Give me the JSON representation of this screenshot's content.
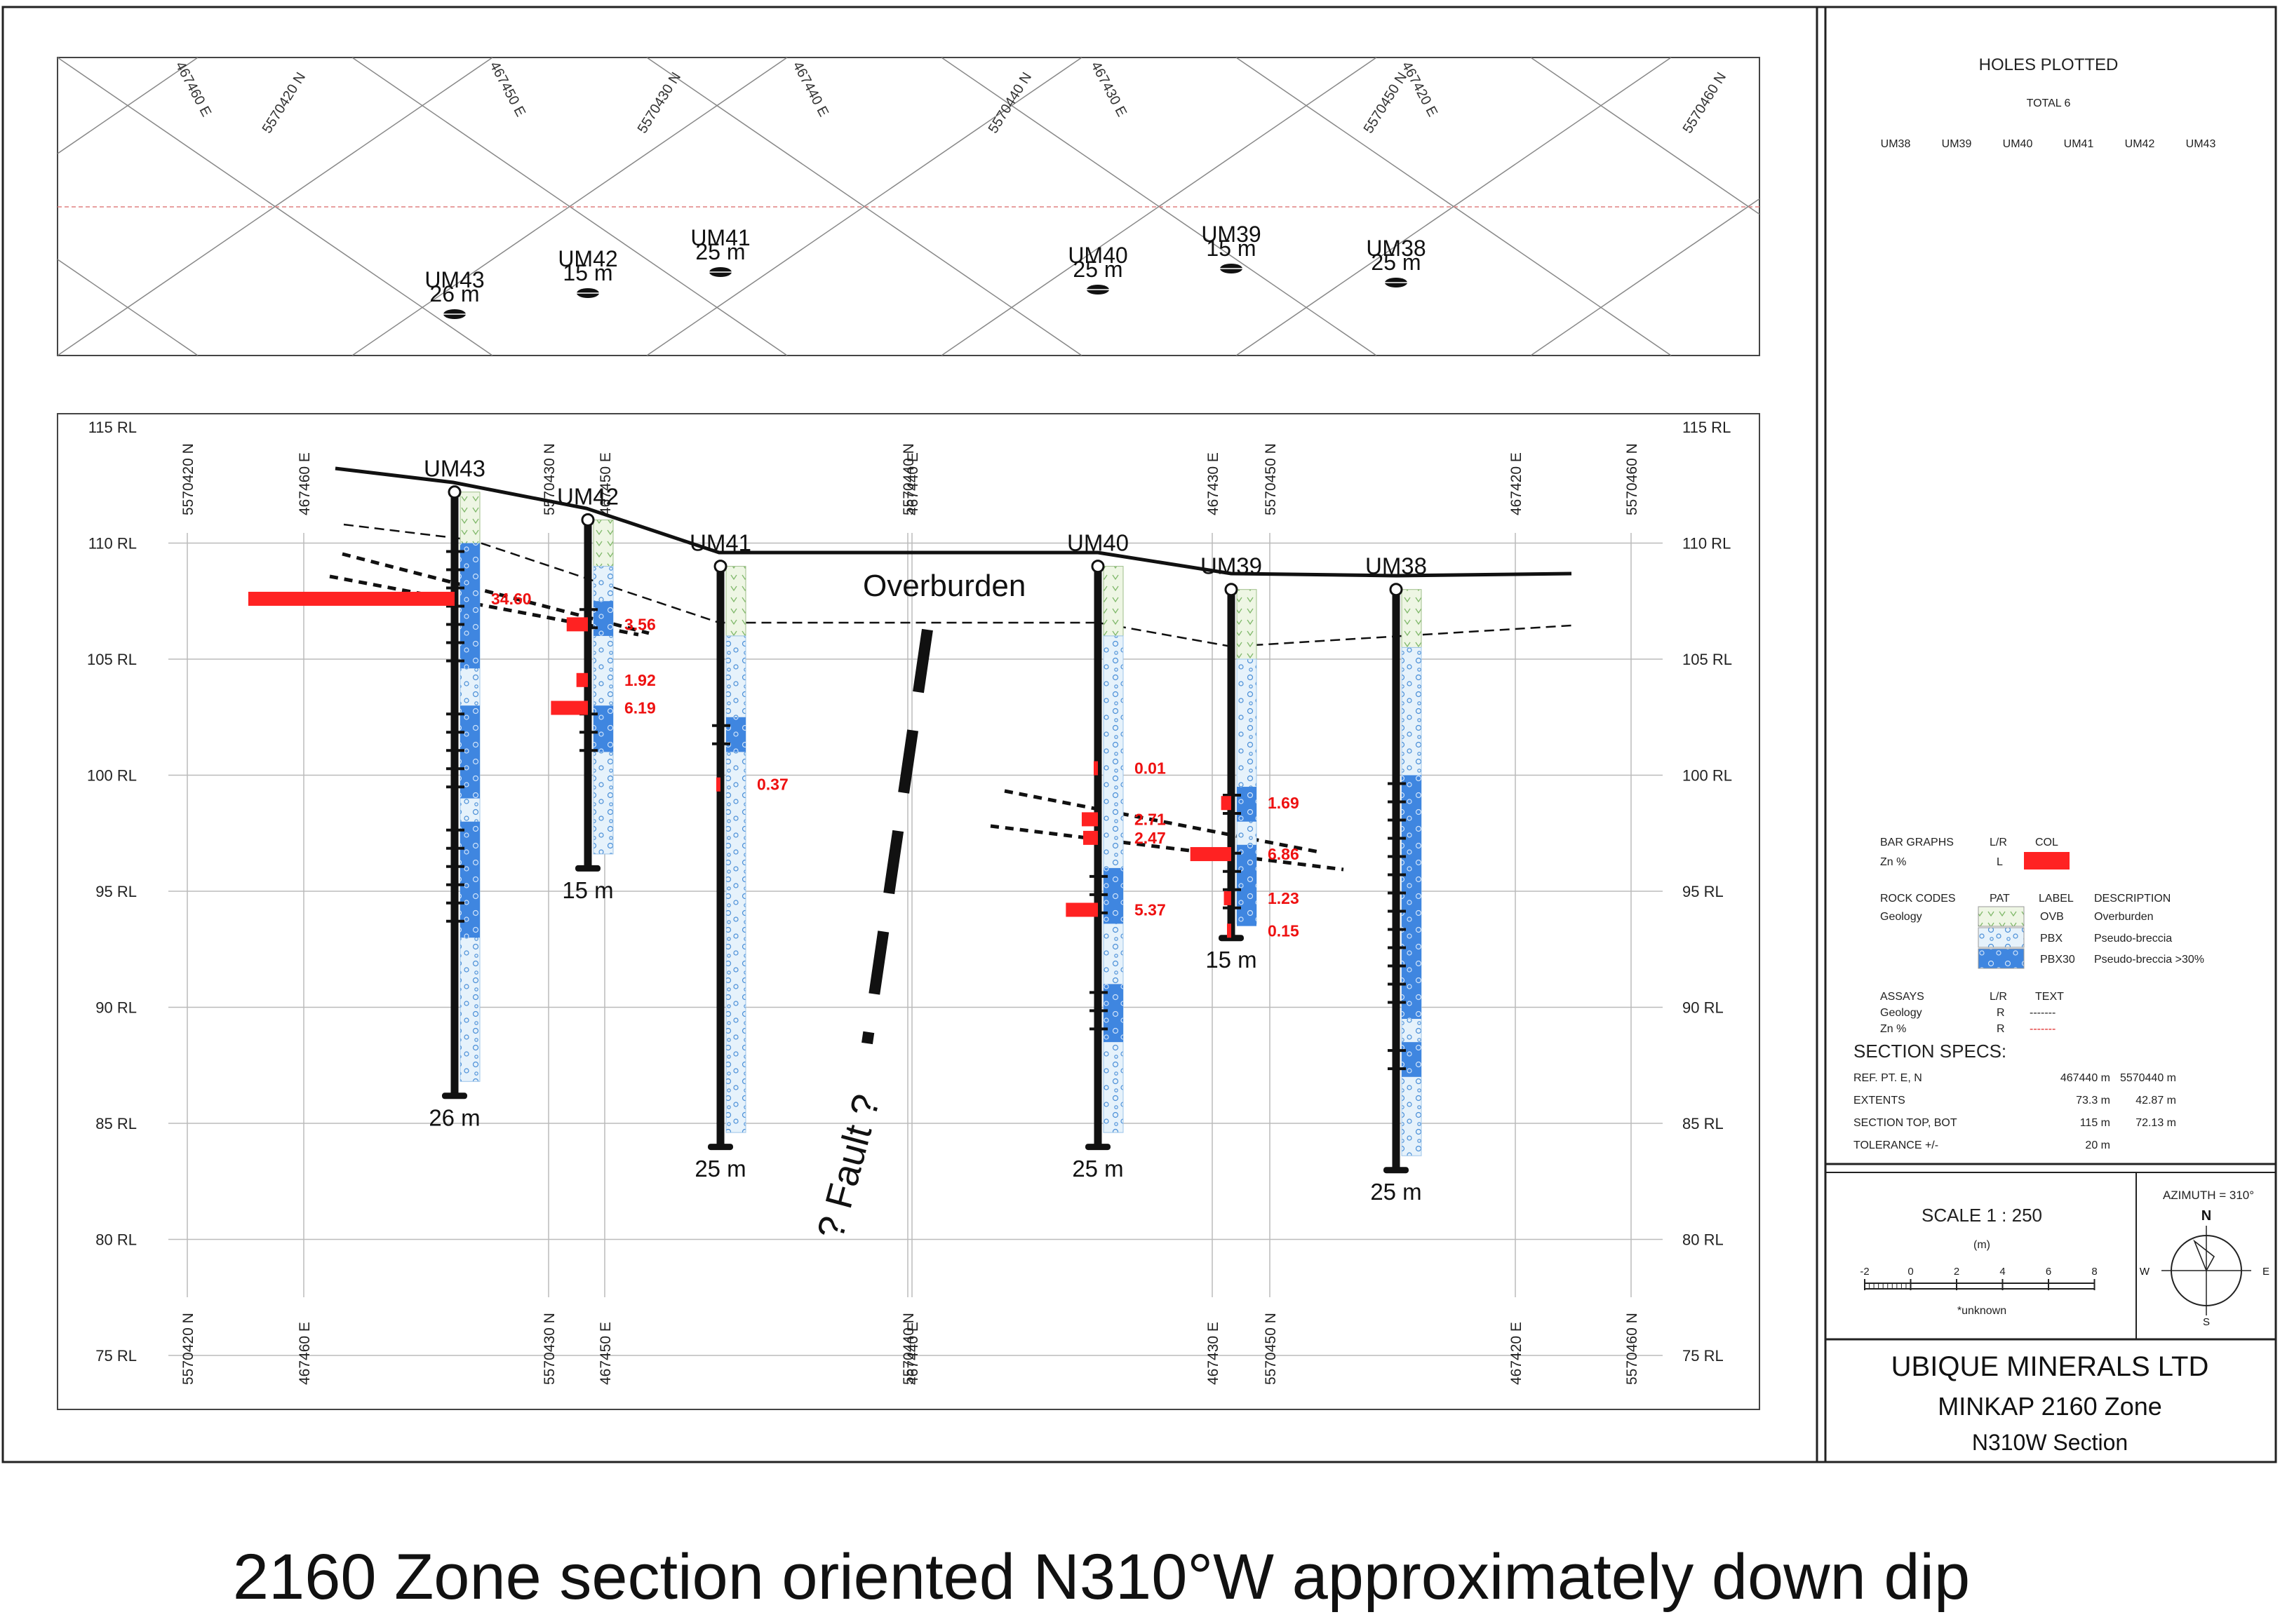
{
  "caption": "2160 Zone section oriented N310°W approximately down dip",
  "title_block": {
    "company": "UBIQUE MINERALS LTD",
    "project": "MINKAP 2160 Zone",
    "section": "N310W Section"
  },
  "holes_plotted": {
    "title": "HOLES PLOTTED",
    "total": "TOTAL 6",
    "holes": [
      "UM38",
      "UM39",
      "UM40",
      "UM41",
      "UM42",
      "UM43"
    ]
  },
  "bar_graphs": {
    "header": [
      "BAR GRAPHS",
      "L/R",
      "COL"
    ],
    "row": [
      "Zn %",
      "L"
    ],
    "color": "#ff2222"
  },
  "rock_codes": {
    "header": [
      "ROCK CODES",
      "PAT",
      "LABEL",
      "DESCRIPTION"
    ],
    "category": "Geology",
    "items": [
      {
        "label": "OVB",
        "description": "Overburden"
      },
      {
        "label": "PBX",
        "description": "Pseudo-breccia"
      },
      {
        "label": "PBX30",
        "description": "Pseudo-breccia >30%"
      }
    ]
  },
  "assays": {
    "header": [
      "ASSAYS",
      "L/R",
      "TEXT"
    ],
    "rows": [
      {
        "name": "Geology",
        "lr": "R",
        "text": "-------"
      },
      {
        "name": "Zn %",
        "lr": "R",
        "text": "-------"
      }
    ]
  },
  "section_specs": {
    "title": "SECTION  SPECS:",
    "rows": [
      {
        "label": "REF. PT.  E, N",
        "v1": "467440 m",
        "v2": "5570440 m"
      },
      {
        "label": "EXTENTS",
        "v1": "73.3 m",
        "v2": "42.87 m"
      },
      {
        "label": "SECTION TOP, BOT",
        "v1": "115 m",
        "v2": "72.13 m"
      },
      {
        "label": "TOLERANCE  +/-",
        "v1": "20 m",
        "v2": ""
      }
    ]
  },
  "scale": {
    "label": "SCALE  1 : 250",
    "unit": "(m)",
    "ticks": [
      "-2",
      "0",
      "2",
      "4",
      "6",
      "8"
    ],
    "note": "*unknown"
  },
  "compass": {
    "azimuth": "AZIMUTH = 310°",
    "n": "N",
    "s": "S",
    "e": "E",
    "w": "W"
  },
  "plan_view": {
    "grid_labels": [
      "467460 E",
      "5570420 N",
      "467450 E",
      "5570430 N",
      "467440 E",
      "5570440 N",
      "467430 E",
      "5570450 N",
      "467420 E",
      "5570460 N"
    ],
    "holes": [
      {
        "name": "UM43",
        "depth": "26 m"
      },
      {
        "name": "UM42",
        "depth": "15 m"
      },
      {
        "name": "UM41",
        "depth": "25 m"
      },
      {
        "name": "UM40",
        "depth": "25 m"
      },
      {
        "name": "UM39",
        "depth": "15 m"
      },
      {
        "name": "UM38",
        "depth": "25 m"
      }
    ]
  },
  "section_view": {
    "rl_labels": [
      "115 RL",
      "110 RL",
      "105 RL",
      "100 RL",
      "95 RL",
      "90 RL",
      "85 RL",
      "80 RL",
      "75 RL"
    ],
    "vertical_labels": [
      "5570420 N",
      "467460 E",
      "5570430 N",
      "467450 E",
      "5570440 N",
      "467440 E",
      "467430 E",
      "5570450 N",
      "467420 E",
      "5570460 N"
    ],
    "overburden_label": "Overburden",
    "fault_label": "? Fault ?",
    "holes": [
      {
        "name": "UM43",
        "depth": "26 m",
        "top_rl": 112.2,
        "bottom_rl": 86.2
      },
      {
        "name": "UM42",
        "depth": "15 m",
        "top_rl": 111.0,
        "bottom_rl": 96.0
      },
      {
        "name": "UM41",
        "depth": "25 m",
        "top_rl": 109.0,
        "bottom_rl": 84.0
      },
      {
        "name": "UM40",
        "depth": "25 m",
        "top_rl": 109.0,
        "bottom_rl": 84.0
      },
      {
        "name": "UM39",
        "depth": "15 m",
        "top_rl": 108.0,
        "bottom_rl": 93.0
      },
      {
        "name": "UM38",
        "depth": "25 m",
        "top_rl": 108.0,
        "bottom_rl": 83.0
      }
    ],
    "zn_assays": [
      {
        "hole": "UM43",
        "value": "34.60",
        "rl": 107.6
      },
      {
        "hole": "UM42",
        "value": "3.56",
        "rl": 106.5
      },
      {
        "hole": "UM42",
        "value": "1.92",
        "rl": 104.1
      },
      {
        "hole": "UM42",
        "value": "6.19",
        "rl": 102.9
      },
      {
        "hole": "UM41",
        "value": "0.37",
        "rl": 99.6
      },
      {
        "hole": "UM40",
        "value": "0.01",
        "rl": 100.3
      },
      {
        "hole": "UM40",
        "value": "2.71",
        "rl": 98.1
      },
      {
        "hole": "UM40",
        "value": "2.47",
        "rl": 97.3
      },
      {
        "hole": "UM40",
        "value": "5.37",
        "rl": 94.2
      },
      {
        "hole": "UM39",
        "value": "1.69",
        "rl": 98.8
      },
      {
        "hole": "UM39",
        "value": "6.86",
        "rl": 96.6
      },
      {
        "hole": "UM39",
        "value": "1.23",
        "rl": 94.7
      },
      {
        "hole": "UM39",
        "value": "0.15",
        "rl": 93.3
      }
    ]
  }
}
